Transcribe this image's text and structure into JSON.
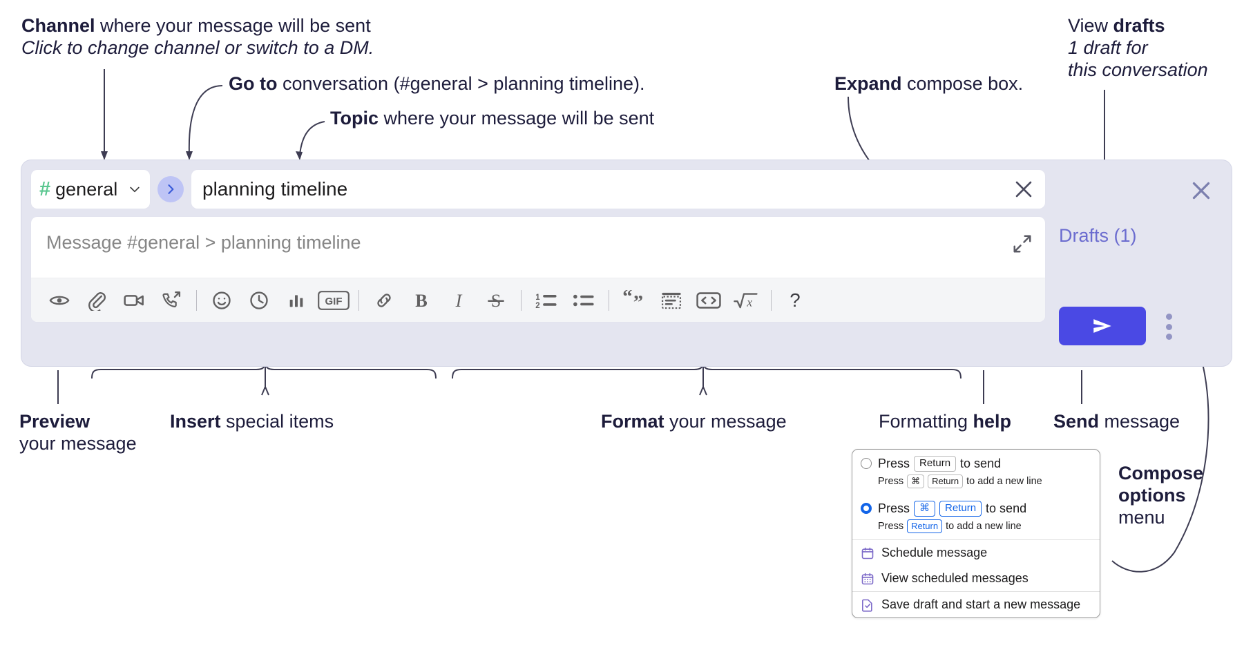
{
  "annotations": {
    "channel": {
      "bold": "Channel",
      "rest": " where your message will be sent",
      "sub": "Click to change channel or switch to a DM."
    },
    "goto": {
      "bold": "Go to",
      "rest": " conversation (#general > planning timeline)."
    },
    "topic": {
      "bold": "Topic",
      "rest": " where your message will be sent"
    },
    "expand": {
      "bold": "Expand",
      "rest": " compose box."
    },
    "drafts": {
      "pre": "View ",
      "bold": "drafts",
      "sub1": "1 draft for",
      "sub2": "this conversation"
    },
    "preview": {
      "bold": "Preview",
      "sub": "your message"
    },
    "insert": {
      "bold": "Insert",
      "rest": " special items"
    },
    "format": {
      "bold": "Format",
      "rest": " your message"
    },
    "formatting_help": {
      "pre": "Formatting ",
      "bold": "help"
    },
    "send": {
      "bold": "Send",
      "rest": " message"
    },
    "compose_options": {
      "bold1": "Compose",
      "bold2": "options",
      "rest": "menu"
    }
  },
  "compose": {
    "channel_name": "general",
    "hash_symbol": "#",
    "topic_value": "planning timeline",
    "message_placeholder": "Message #general > planning timeline",
    "drafts_label": "Drafts (1)",
    "toolbar_icons": [
      "eye-icon",
      "paperclip-icon",
      "video-camera-icon",
      "phone-huddle-icon",
      "emoji-icon",
      "clock-icon",
      "poll-bar-icon",
      "gif-icon",
      "link-icon",
      "bold-icon",
      "italic-icon",
      "strikethrough-icon",
      "ordered-list-icon",
      "bulleted-list-icon",
      "blockquote-icon",
      "code-block-icon",
      "code-icon",
      "math-sqrt-icon",
      "help-icon"
    ],
    "gif_label": "GIF",
    "bold_label": "B",
    "italic_label": "I",
    "strike_label": "S",
    "help_label": "?"
  },
  "menu": {
    "options": [
      {
        "selected": false,
        "line": {
          "pre": "Press",
          "key": "Return",
          "post": "to send"
        },
        "sub": {
          "pre": "Press",
          "key1": "⌘",
          "key2": "Return",
          "post": "to add a new line"
        }
      },
      {
        "selected": true,
        "line": {
          "pre": "Press",
          "key1": "⌘",
          "key2": "Return",
          "post": "to send"
        },
        "sub": {
          "pre": "Press",
          "key": "Return",
          "post": "to add a new line"
        }
      }
    ],
    "items": [
      {
        "icon": "calendar-icon",
        "label": "Schedule message"
      },
      {
        "icon": "calendar-grid-icon",
        "label": "View scheduled messages"
      },
      {
        "icon": "save-draft-icon",
        "label": "Save draft and start a new message"
      }
    ]
  },
  "colors": {
    "accent_purple": "#4a49e4",
    "draft_text": "#6b6ccf",
    "channel_green": "#5bc790",
    "goto_blue": "#bec4f5",
    "panel_bg": "#e4e5f0",
    "menu_icon_purple": "#7b68c8",
    "key_blue": "#1264e8"
  }
}
